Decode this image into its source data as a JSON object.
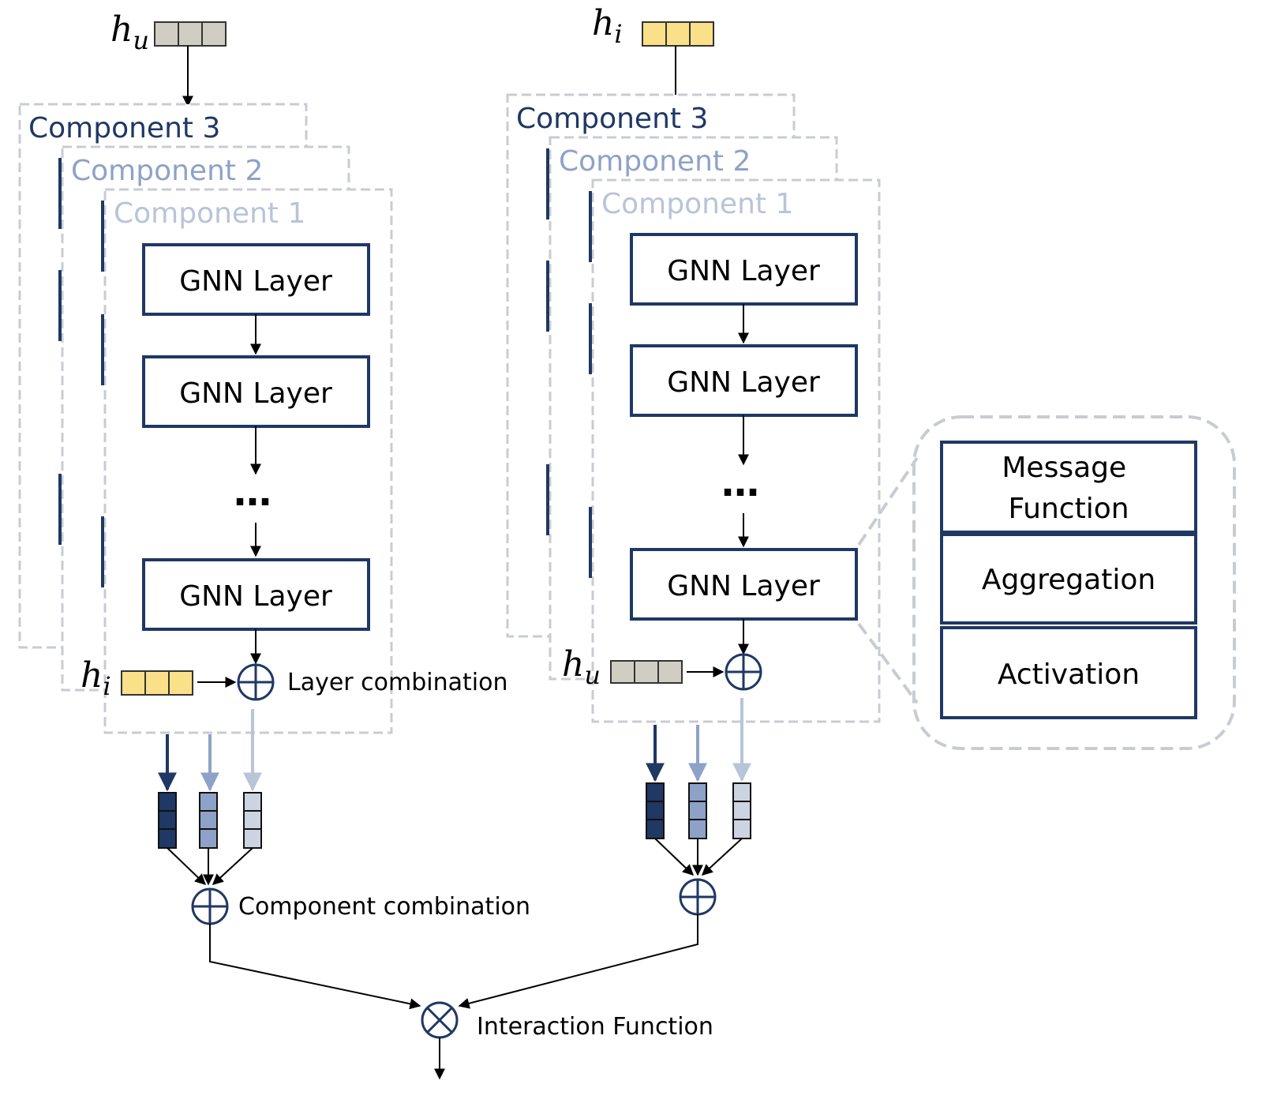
{
  "left": {
    "input": {
      "symbol": "h",
      "subscript": "u"
    },
    "components": [
      "Component 3",
      "Component 2",
      "Component 1"
    ],
    "layers": [
      "GNN Layer",
      "GNN Layer",
      "GNN Layer"
    ],
    "ellipsis": "…",
    "combo_input": {
      "symbol": "h",
      "subscript": "i"
    },
    "layer_combination_label": "Layer combination",
    "component_combination_label": "Component combination"
  },
  "right": {
    "input": {
      "symbol": "h",
      "subscript": "i"
    },
    "components": [
      "Component 3",
      "Component 2",
      "Component 1"
    ],
    "layers": [
      "GNN Layer",
      "GNN Layer",
      "GNN Layer"
    ],
    "ellipsis": "…",
    "combo_input": {
      "symbol": "h",
      "subscript": "u"
    }
  },
  "detail": {
    "blocks": [
      "Message\nFunction",
      "Aggregation",
      "Activation"
    ]
  },
  "interaction_label": "Interaction Function",
  "colors": {
    "navy": "#1f3864",
    "comp3": "#1f3864",
    "comp2": "#8ea2c8",
    "comp1": "#b8c4d8",
    "vec_gray": "#d0cec2",
    "vec_yellow": "#fbe08a",
    "dashed": "#c8ccd2"
  }
}
